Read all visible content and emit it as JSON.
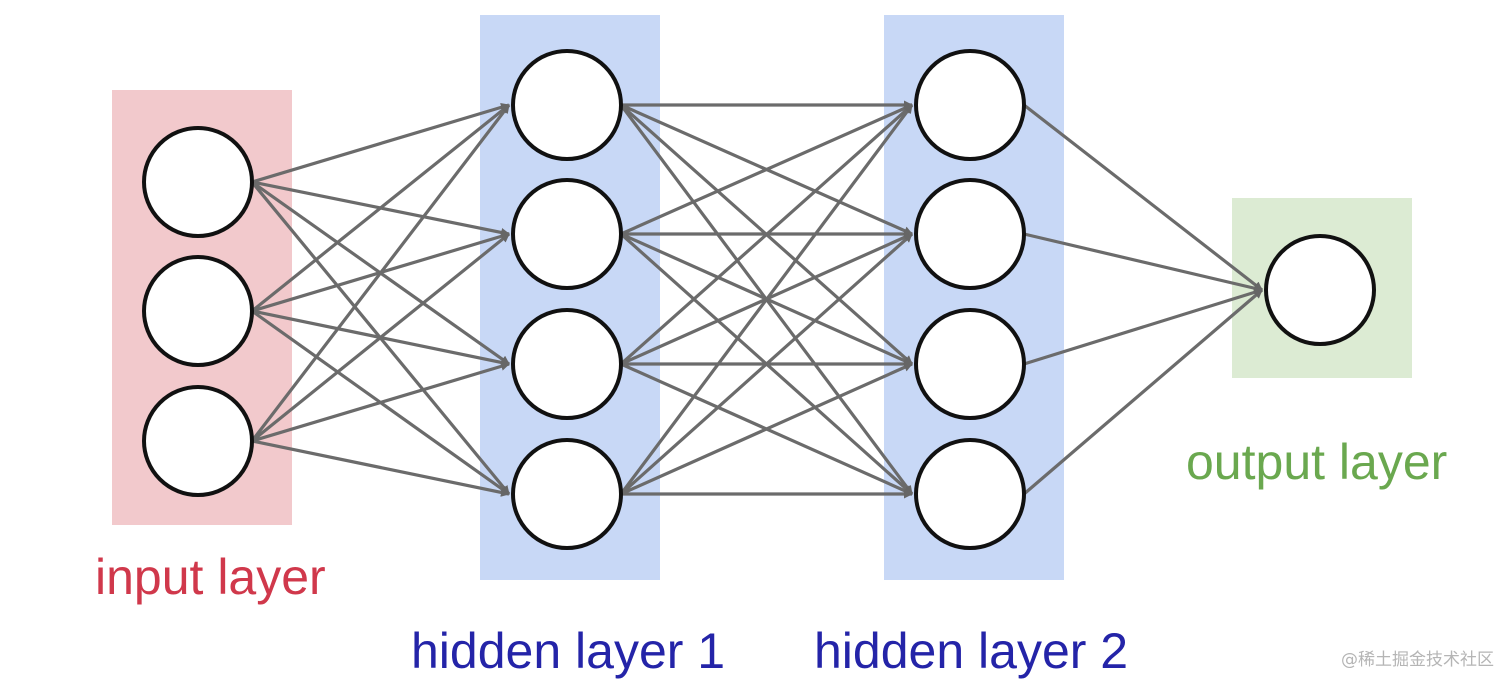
{
  "layers": [
    {
      "id": "input",
      "label": "input layer",
      "nodes": 3,
      "color": "#f2c9cc",
      "label_color": "#d0384b"
    },
    {
      "id": "hidden1",
      "label": "hidden layer 1",
      "nodes": 4,
      "color": "#c8d8f6",
      "label_color": "#2424a8"
    },
    {
      "id": "hidden2",
      "label": "hidden layer 2",
      "nodes": 4,
      "color": "#c8d8f6",
      "label_color": "#2424a8"
    },
    {
      "id": "output",
      "label": "output layer",
      "nodes": 1,
      "color": "#dcebd3",
      "label_color": "#6aa84f"
    }
  ],
  "connections": "fully-connected",
  "edge_color": "#6b6b6b",
  "node_fill": "#ffffff",
  "node_stroke": "#111111",
  "watermark": "@稀土掘金技术社区"
}
